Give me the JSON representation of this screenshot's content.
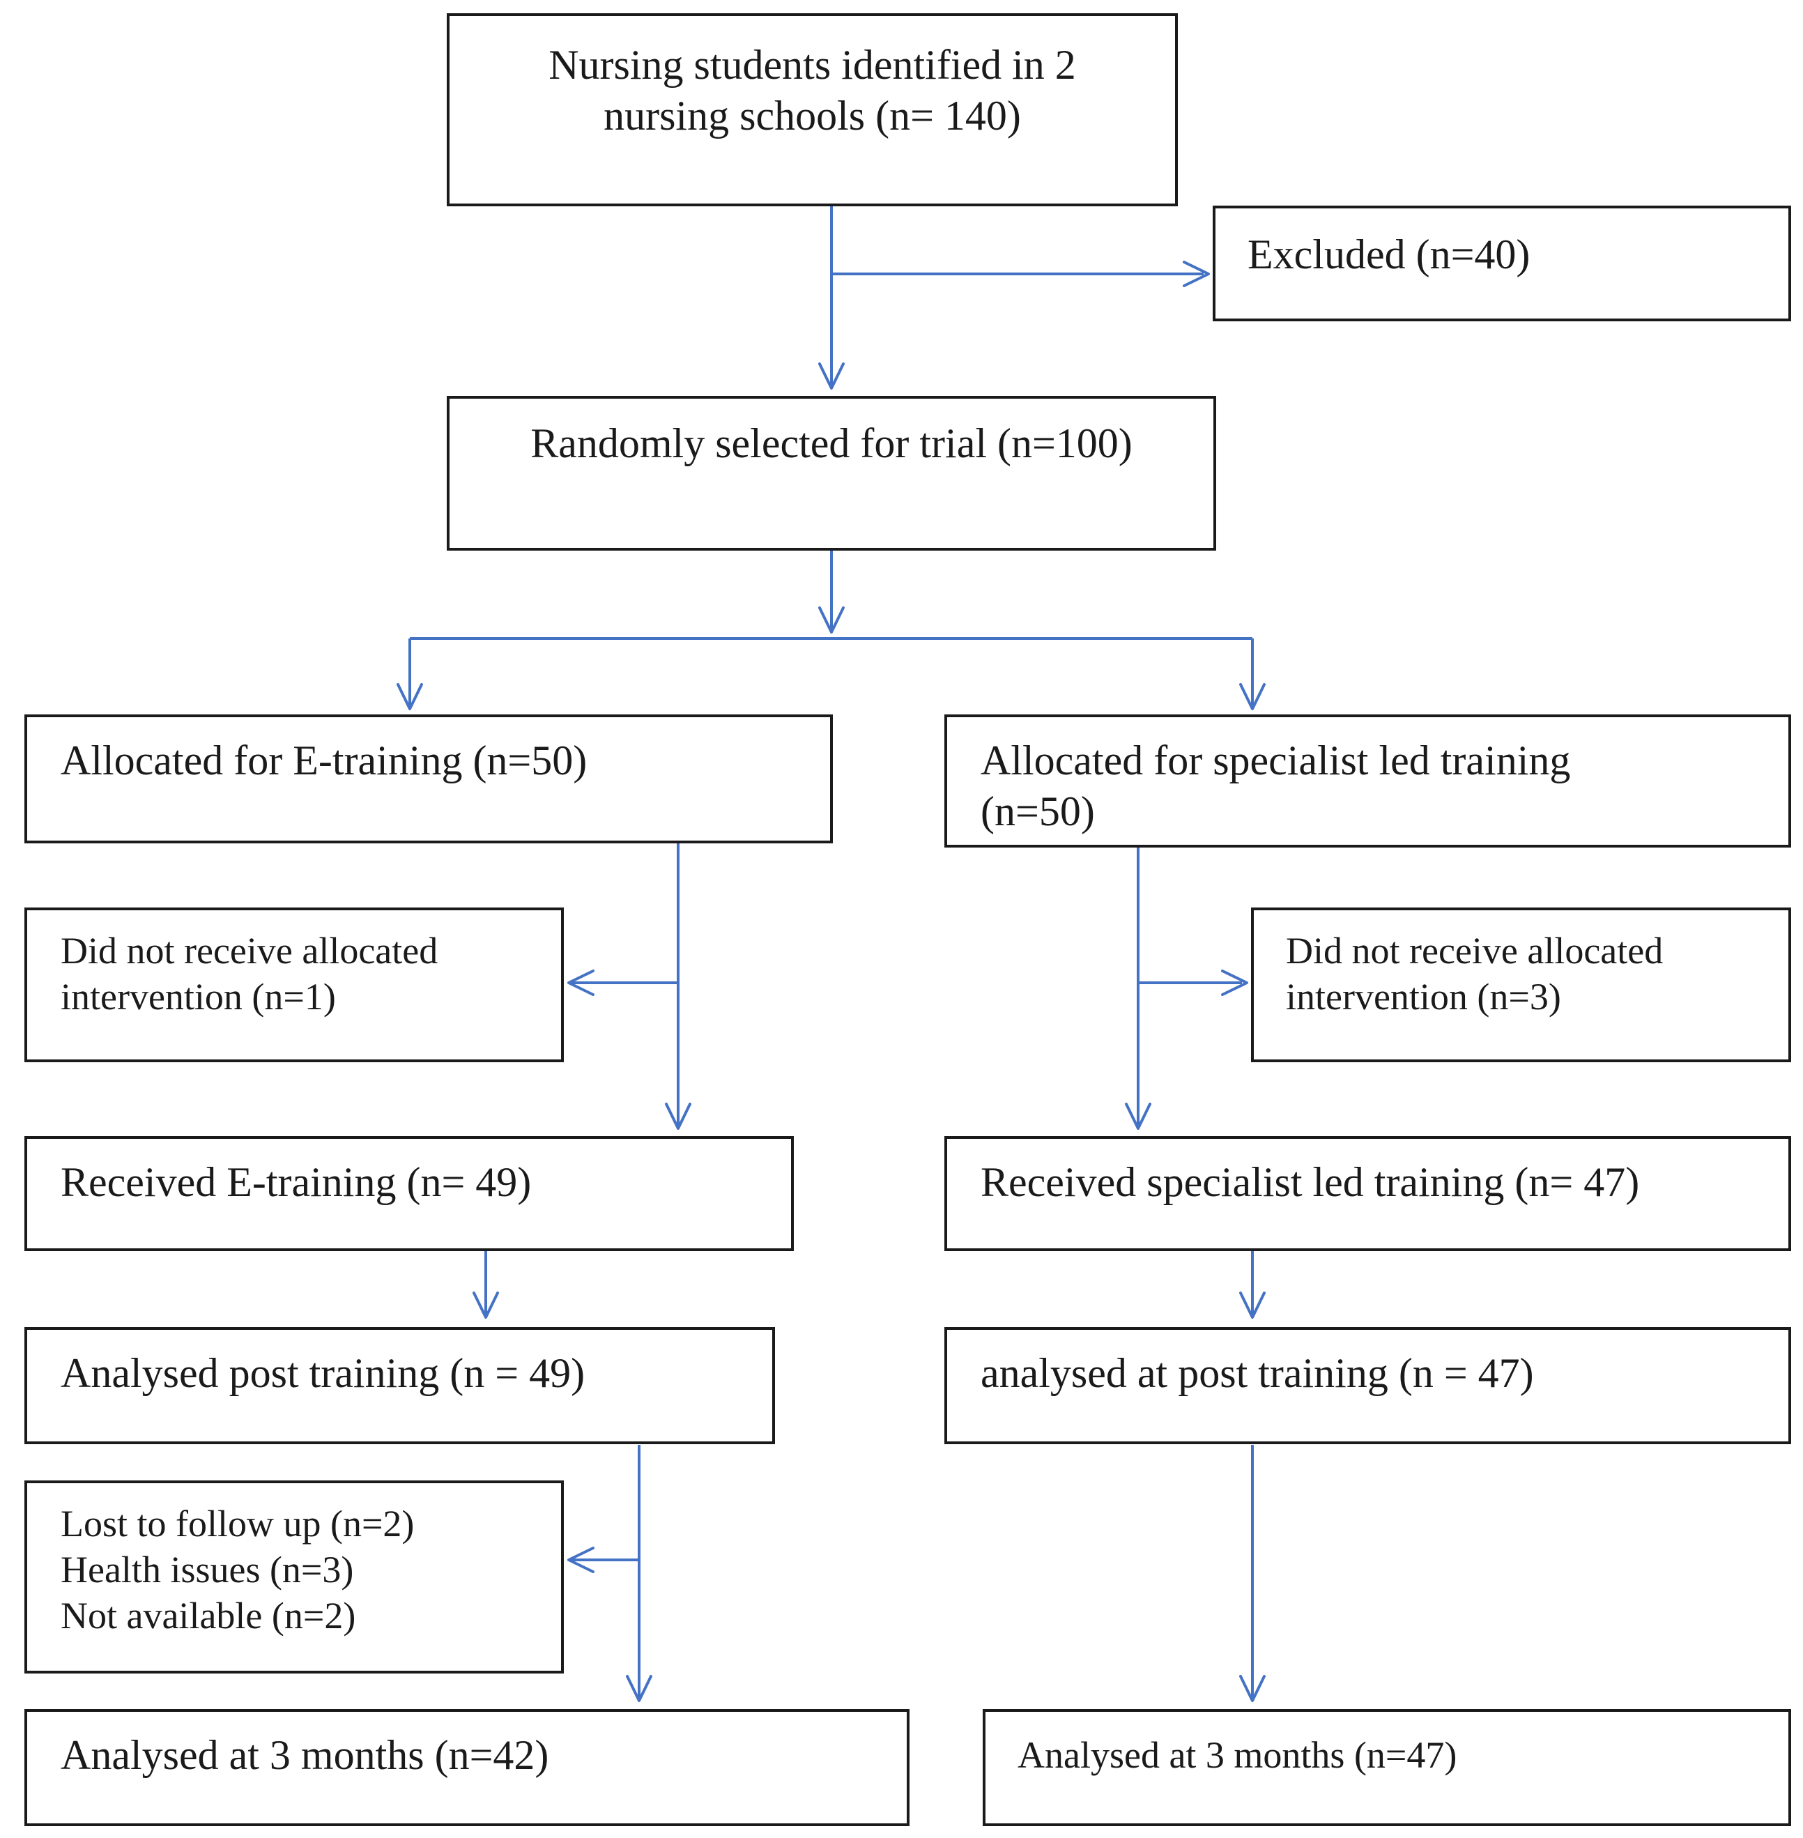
{
  "colors": {
    "arrow": "#4472c4",
    "border": "#1a1a1a",
    "background": "#ffffff"
  },
  "boxes": {
    "identified": {
      "lines": [
        "Nursing students identified in 2",
        "nursing schools (n= 140)"
      ]
    },
    "excluded": {
      "text": "Excluded (n=40)"
    },
    "randomized": {
      "text": "Randomly selected for trial (n=100)"
    },
    "alloc_e": {
      "text": "Allocated for E-training (n=50)"
    },
    "alloc_s": {
      "lines": [
        "Allocated for specialist led training",
        "(n=50)"
      ]
    },
    "notrecv_e": {
      "lines": [
        "Did not receive allocated",
        "intervention (n=1)"
      ]
    },
    "notrecv_s": {
      "lines": [
        "Did not receive allocated",
        "intervention (n=3)"
      ]
    },
    "recv_e": {
      "text": "Received E-training (n= 49)"
    },
    "recv_s": {
      "text": "Received specialist led training (n= 47)"
    },
    "post_e": {
      "text": "Analysed post training (n = 49)"
    },
    "post_s": {
      "text": "analysed at post training (n = 47)"
    },
    "lost_e": {
      "lines": [
        "Lost to follow up (n=2)",
        "Health issues (n=3)",
        "Not available (n=2)"
      ]
    },
    "m3_e": {
      "text": "Analysed at 3 months (n=42)"
    },
    "m3_s": {
      "text": "Analysed at 3 months (n=47)"
    }
  }
}
